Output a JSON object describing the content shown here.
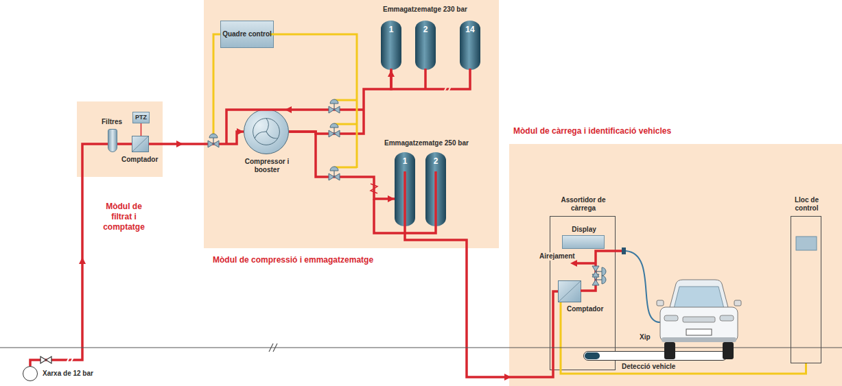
{
  "diagram": {
    "nodes": [
      {
        "text": [
          "Mòdul de filtrat i comptatge"
        ]
      },
      {
        "text": [
          "Filtres"
        ],
        "in": 0
      },
      {
        "text": [
          "PTZ"
        ],
        "in": 0
      },
      {
        "text": [
          "Comptador"
        ],
        "in": 0
      },
      {
        "text": [
          "Mòdul de compressió i emmagatzematge"
        ]
      },
      {
        "text": [
          "Quadre control"
        ],
        "in": 4
      },
      {
        "text": [
          "Compressor i booster"
        ],
        "in": 4
      },
      {
        "text": [
          "1"
        ],
        "in": 4
      },
      {
        "text": [
          "2"
        ],
        "in": 4
      },
      {
        "text": [
          "14"
        ],
        "in": 4
      },
      {
        "text": [
          "1"
        ],
        "in": 4
      },
      {
        "text": [
          "2"
        ],
        "in": 4
      },
      {
        "text": [
          "Mòdul de càrrega i identificació vehicles"
        ]
      },
      {
        "text": [
          "Assortidor de càrrega"
        ],
        "in": 12
      },
      {
        "text": [
          "Display"
        ],
        "in": 13
      },
      {
        "text": [
          "Comptador"
        ],
        "in": 13
      },
      {
        "text": [
          "Lloc de control"
        ],
        "in": 12
      },
      {
        "text": [
          "Detecció vehicle"
        ],
        "in": 12
      },
      {
        "text": [
          "Xarxa de 12 bar"
        ]
      }
    ],
    "edges": [
      {
        "from": 18,
        "to": 1,
        "arrow": "none"
      },
      {
        "from": 1,
        "to": 3,
        "arrow": "none"
      },
      {
        "from": 2,
        "to": 3,
        "arrow": "none"
      },
      {
        "from": 3,
        "to": 6,
        "arrow": "to"
      },
      {
        "from": 6,
        "to": 7,
        "arrow": "to"
      },
      {
        "from": 6,
        "to": 10,
        "arrow": "to"
      },
      {
        "from": 10,
        "to": 15,
        "arrow": "none"
      },
      {
        "from": 15,
        "to": 16,
        "arrow": "none"
      }
    ],
    "labels": [
      "Emmagatzematge 230 bar",
      "Emmagatzematge 250 bar",
      "Airejament",
      "Xip"
    ]
  }
}
